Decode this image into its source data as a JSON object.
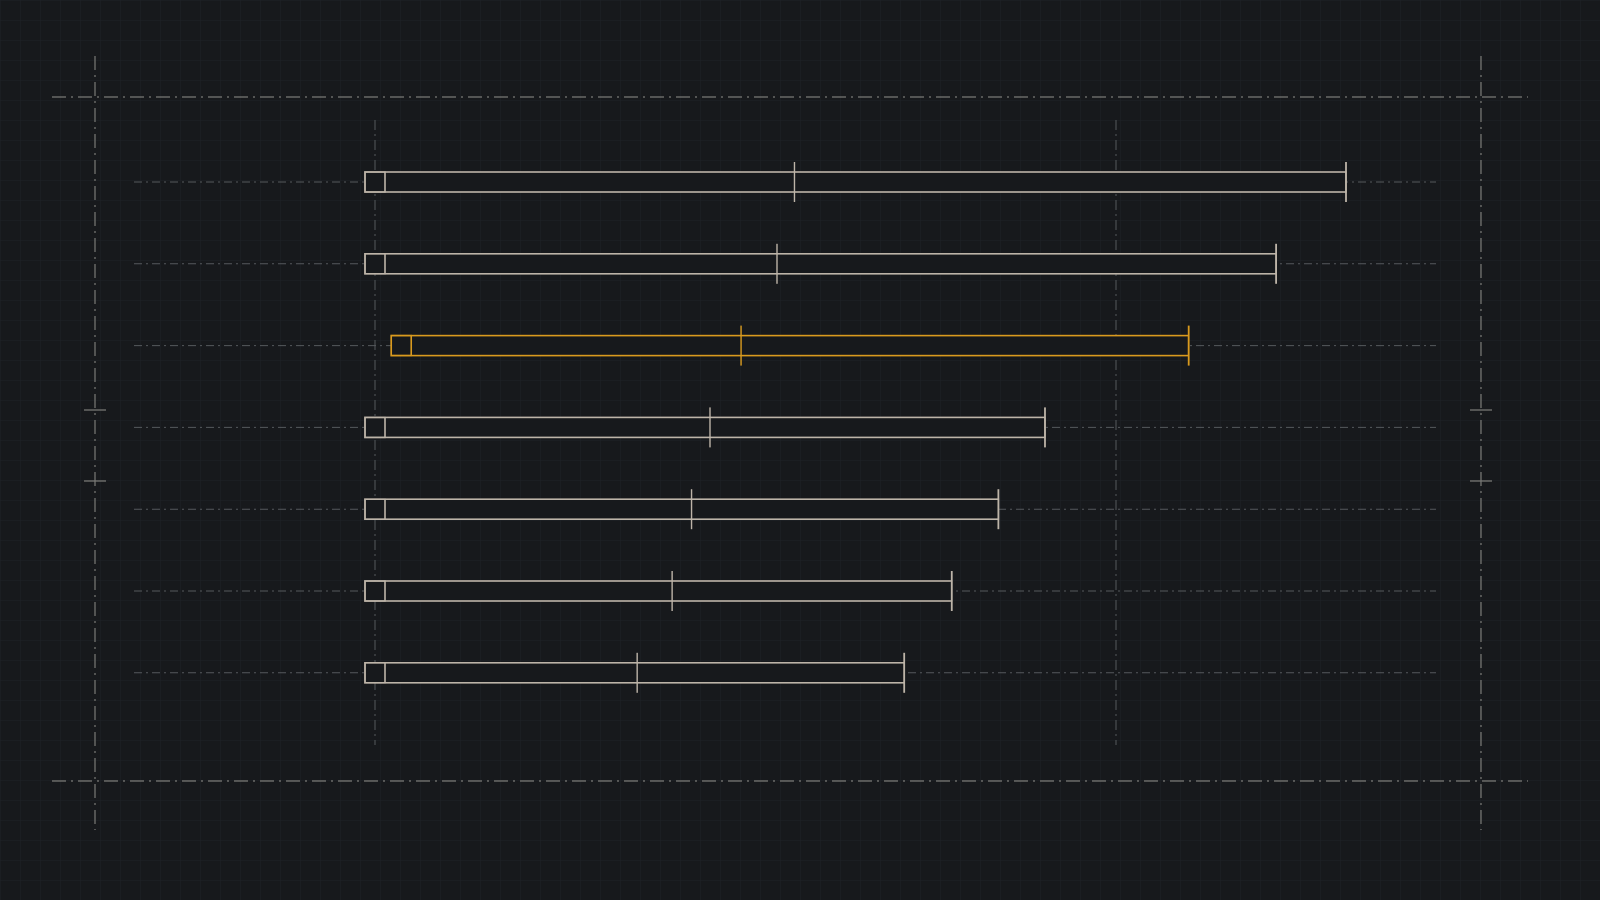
{
  "colors": {
    "background": "#17191c",
    "grid": "#1f2328",
    "frame_line": "#7a7a76",
    "guide_line": "#55595c",
    "bar_stroke": "#bdb4a8",
    "highlight_stroke": "#d99a1e"
  },
  "diagram": {
    "style": "blueprint",
    "highlighted_index": 2,
    "axis_extent": 100,
    "bars": [
      {
        "start": 0,
        "mid": 43.2,
        "end": 100,
        "highlighted": false
      },
      {
        "start": 0,
        "mid": 41.4,
        "end": 92.8,
        "highlighted": false
      },
      {
        "start": 2.7,
        "mid": 37.7,
        "end": 83.8,
        "highlighted": true
      },
      {
        "start": 0,
        "mid": 34.5,
        "end": 69.0,
        "highlighted": false
      },
      {
        "start": 0,
        "mid": 32.6,
        "end": 64.2,
        "highlighted": false
      },
      {
        "start": 0,
        "mid": 30.6,
        "end": 59.4,
        "highlighted": false
      },
      {
        "start": 0,
        "mid": 27.0,
        "end": 54.5,
        "highlighted": false
      }
    ]
  }
}
